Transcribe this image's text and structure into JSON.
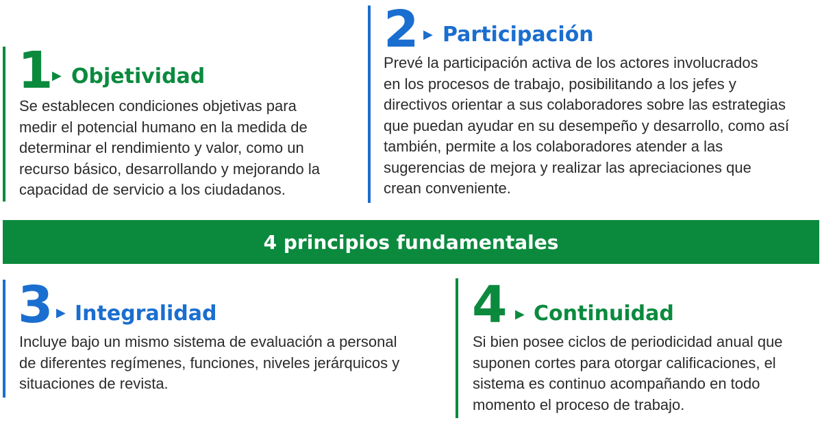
{
  "colors": {
    "green": "#0b8a3e",
    "blue": "#1a6ecf",
    "text": "#2b2b2b"
  },
  "principles": [
    {
      "number": "1",
      "title": "Objetividad",
      "color": "green",
      "lines": [
        "Se establecen condiciones objetivas para",
        "medir el potencial humano en la medida de",
        "determinar el rendimiento y valor, como un",
        "recurso básico, desarrollando y mejorando la",
        "capacidad de servicio a los ciudadanos."
      ]
    },
    {
      "number": "2",
      "title": "Participación",
      "color": "blue",
      "lines": [
        "Prevé la participación activa de los actores involucrados",
        "en los procesos de trabajo, posibilitando a los jefes y",
        "directivos orientar a sus colaboradores sobre las estrategias",
        "que puedan ayudar en su desempeño y desarrollo, como así",
        "también, permite a los colaboradores atender a las",
        "sugerencias de mejora y realizar las apreciaciones que",
        "crean conveniente."
      ]
    },
    {
      "number": "3",
      "title": "Integralidad",
      "color": "blue",
      "lines": [
        "Incluye bajo un mismo sistema de evaluación a personal",
        "de diferentes regímenes, funciones, niveles jerárquicos y",
        "situaciones de revista."
      ]
    },
    {
      "number": "4",
      "title": "Continuidad",
      "color": "green",
      "lines": [
        "Si bien posee ciclos de periodicidad anual que",
        "suponen cortes para otorgar calificaciones, el",
        "sistema es continuo acompañando en todo",
        "momento el proceso de trabajo."
      ]
    }
  ],
  "banner": {
    "text": "4 principios fundamentales"
  },
  "icons": {
    "arrow": "triangle-right-icon"
  }
}
